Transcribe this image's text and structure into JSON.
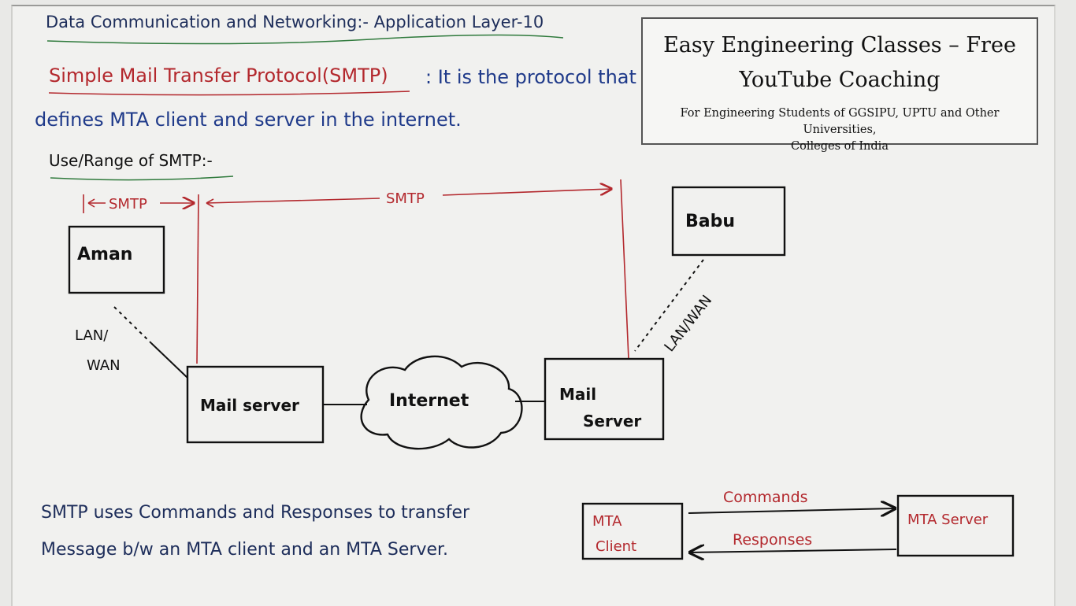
{
  "heading": "Data Communication and Networking:- Application Layer-10",
  "smtp_title": "Simple Mail Transfer Protocol(SMTP)",
  "smtp_def_line1": ": It is the protocol that",
  "smtp_def_line2": "defines MTA client and server in the internet.",
  "use_range": "Use/Range of SMTP:-",
  "brand": {
    "title_line1": "Easy Engineering Classes – Free",
    "title_line2": "YouTube Coaching",
    "sub_line1": "For Engineering Students of GGSIPU, UPTU and Other Universities,",
    "sub_line2": "Colleges of India"
  },
  "diagram": {
    "smtp_short": "SMTP",
    "smtp_long": "SMTP",
    "aman": "Aman",
    "babu": "Babu",
    "lan_wan_left_1": "LAN/",
    "lan_wan_left_2": "WAN",
    "lan_wan_right": "LAN/WAN",
    "mail_server_left": "Mail server",
    "internet": "Internet",
    "mail_server_right_1": "Mail",
    "mail_server_right_2": "Server",
    "mta_client_1": "MTA",
    "mta_client_2": "Client",
    "mta_server": "MTA Server",
    "commands": "Commands",
    "responses": "Responses"
  },
  "bottom_text": "SMTP uses Commands and Responses to transfer Message b/w an MTA client and an MTA Server.",
  "colors": {
    "ink_blue": "#1f3a8a",
    "ink_red": "#b3282d",
    "ink_green": "#2f7a3c",
    "ink_black": "#111111"
  }
}
